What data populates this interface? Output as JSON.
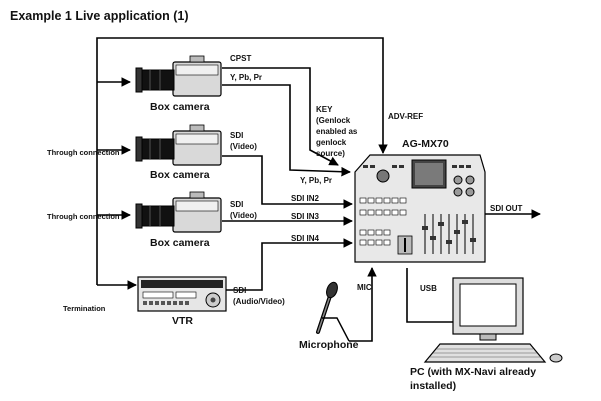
{
  "title": "Example 1  Live application (1)",
  "devices": {
    "box_camera_1": "Box camera",
    "box_camera_2": "Box camera",
    "box_camera_3": "Box camera",
    "vtr": "VTR",
    "microphone": "Microphone",
    "mixer": "AG-MX70",
    "pc_line1": "PC (with MX-Navi already",
    "pc_line2": "installed)"
  },
  "signals": {
    "cpst": "CPST",
    "ypbpr_top": "Y, Pb, Pr",
    "key_lines": [
      "KEY",
      "(Genlock",
      "enabled as",
      "genlock",
      "source)"
    ],
    "adv_ref": "ADV-REF",
    "sdi_video_1": [
      "SDI",
      "(Video)"
    ],
    "sdi_video_2": [
      "SDI",
      "(Video)"
    ],
    "sdi_av": [
      "SDI",
      "(Audio/Video)"
    ],
    "ypbpr_in": "Y, Pb, Pr",
    "sdi_in2": "SDI IN2",
    "sdi_in3": "SDI IN3",
    "sdi_in4": "SDI IN4",
    "sdi_out": "SDI OUT",
    "usb": "USB",
    "mic": "MIC",
    "through_1": "Through connection",
    "through_2": "Through connection",
    "termination": "Termination"
  }
}
